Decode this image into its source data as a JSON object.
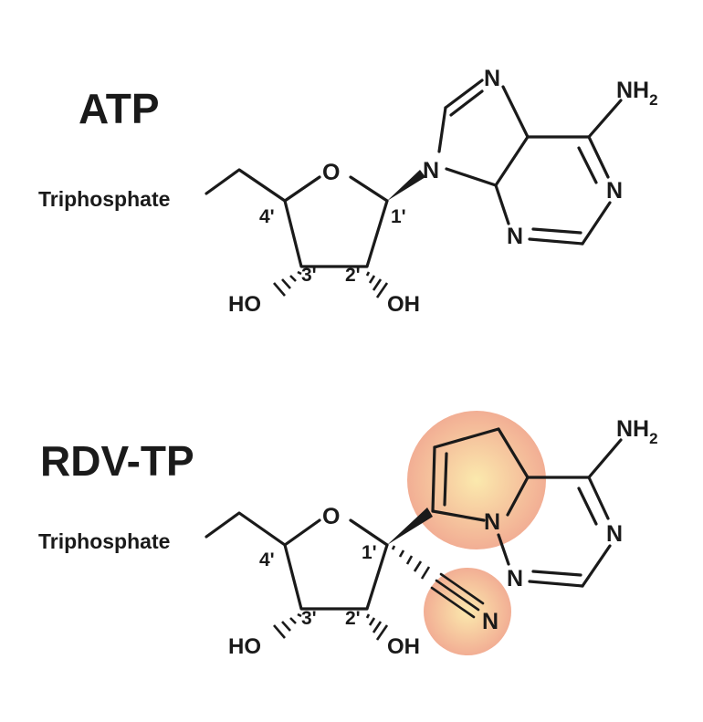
{
  "atp": {
    "name": "ATP",
    "substituent": "Triphosphate",
    "ring_oxygen": "O",
    "positions": {
      "c1": "1'",
      "c2": "2'",
      "c3": "3'",
      "c4": "4'"
    },
    "hydroxyl_left": "HO",
    "hydroxyl_right": "OH",
    "base_n9": "N",
    "base_n7": "N",
    "base_n1": "N",
    "base_n3": "N",
    "amine": "NH",
    "amine_subscript": "2"
  },
  "rdv": {
    "name": "RDV-TP",
    "substituent": "Triphosphate",
    "ring_oxygen": "O",
    "positions": {
      "c1": "1'",
      "c2": "2'",
      "c3": "3'",
      "c4": "4'"
    },
    "hydroxyl_left": "HO",
    "hydroxyl_right": "OH",
    "base_n_bridge": "N",
    "base_n_right": "N",
    "base_n_bottom": "N",
    "nitrile_n": "N",
    "amine": "NH",
    "amine_subscript": "2"
  },
  "colors": {
    "ink": "#1a1a1a",
    "highlight_center": "#fbe6a8",
    "highlight_edge": "#f0a98f"
  }
}
